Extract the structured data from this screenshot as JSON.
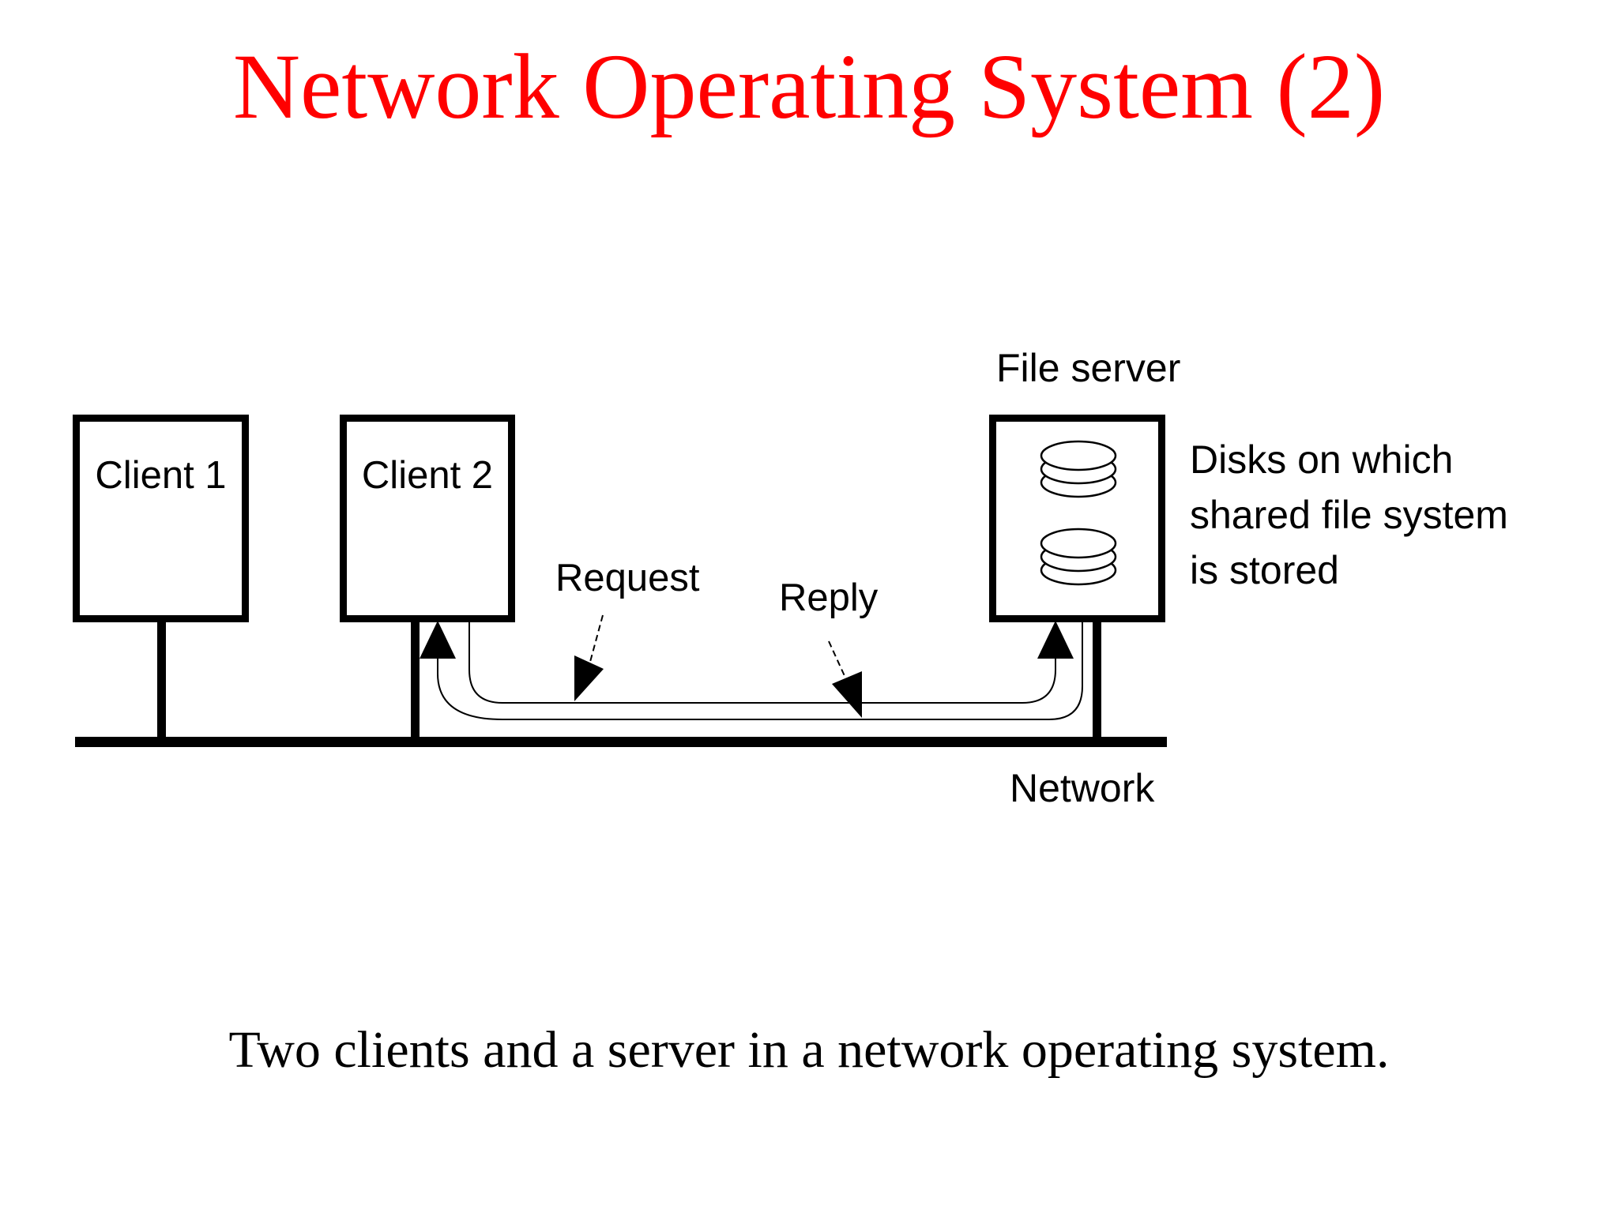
{
  "slide": {
    "title": "Network Operating System (2)",
    "caption": "Two clients and a server in a network operating system."
  },
  "diagram": {
    "client1_label": "Client 1",
    "client2_label": "Client 2",
    "file_server_label": "File server",
    "disks_note": "Disks on which\nshared file system\nis stored",
    "request_label": "Request",
    "reply_label": "Reply",
    "network_label": "Network",
    "icons": {
      "disk_stack": "disk-stack-icon",
      "reply_arrow_into_client2": "arrow-up-icon",
      "request_arrow_into_server": "arrow-up-icon",
      "request_callout_pointer": "arrow-pointer-icon",
      "reply_callout_pointer": "arrow-pointer-icon"
    },
    "colors": {
      "line": "#000000",
      "node_fill": "#ffffff"
    }
  },
  "colors": {
    "title": "#ff0000",
    "text": "#000000",
    "background": "#ffffff"
  }
}
